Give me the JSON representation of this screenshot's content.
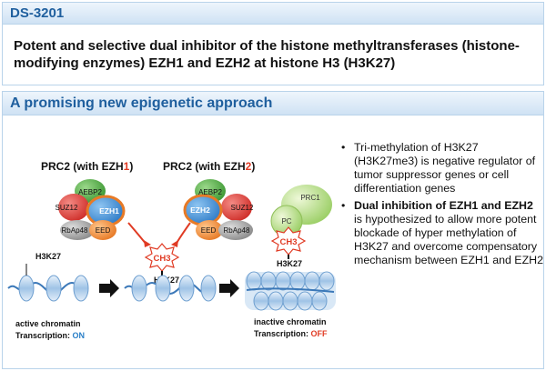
{
  "top": {
    "badge": "DS-3201",
    "headline": "Potent and selective dual inhibitor of the histone methyltransferases (histone-modifying enzymes) EZH1 and EZH2 at histone H3 (H3K27)"
  },
  "bottom": {
    "header": "A promising new epigenetic approach",
    "bullets": [
      {
        "bold": "",
        "text": "Tri-methylation of H3K27 (H3K27me3) is negative regulator of tumor suppressor genes or cell differentiation genes"
      },
      {
        "bold": "Dual inhibition of EZH1 and EZH2",
        "text": " is hypothesized to allow more potent blockade of hyper methylation of H3K27 and overcome compensatory mechanism between EZH1 and EZH2"
      }
    ]
  },
  "diagram": {
    "prc2_ezh1_title": "PRC2 (with EZH",
    "prc2_ezh1_num": "1",
    "prc2_ezh2_title": "PRC2 (with EZH",
    "prc2_ezh2_num": "2",
    "close_paren": ")",
    "subunits_left": {
      "aebp2": "AEBP2",
      "suz12": "SUZ12",
      "ezh": "EZH1",
      "rbap48": "RbAp48",
      "eed": "EED"
    },
    "subunits_right": {
      "aebp2": "AEBP2",
      "suz12": "SUZ12",
      "ezh": "EZH2",
      "rbap48": "RbAp48",
      "eed": "EED"
    },
    "pc": "PC",
    "prc1": "PRC1",
    "ch3": "CH3",
    "h3k27": "H3K27",
    "active_label": "active chromatin",
    "active_status_label": "Transcription: ",
    "active_status": "ON",
    "inactive_label": "inactive chromatin",
    "inactive_status_label": "Transcription: ",
    "inactive_status": "OFF",
    "colors": {
      "ezh1_red": "#e03b24",
      "ezh2_red": "#e03b24",
      "on_blue": "#2a7fc8",
      "off_red": "#e03b24",
      "arrow": "#111111"
    }
  }
}
